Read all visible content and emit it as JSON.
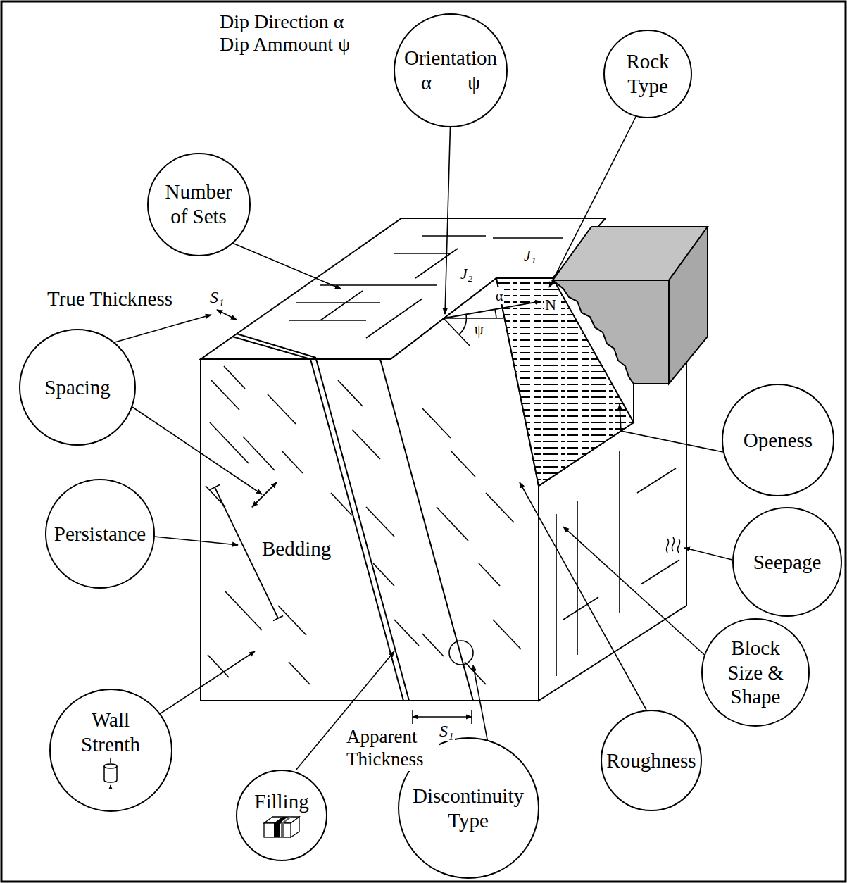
{
  "diagram": {
    "nodes": [
      {
        "text": [
          "Orientation",
          "α ψ"
        ]
      },
      {
        "text": [
          "Rock Type"
        ]
      },
      {
        "text": [
          "Number of Sets"
        ]
      },
      {
        "text": [
          "Spacing"
        ]
      },
      {
        "text": [
          "Openess"
        ]
      },
      {
        "text": [
          "Persistance"
        ]
      },
      {
        "text": [
          "Seepage"
        ]
      },
      {
        "text": [
          "Block Size & Shape"
        ]
      },
      {
        "text": [
          "Wall Strenth"
        ]
      },
      {
        "text": [
          "Roughness"
        ]
      },
      {
        "text": [
          "Filling"
        ]
      },
      {
        "text": [
          "Discontinuity Type"
        ]
      }
    ],
    "labels": [
      "Dip Direction α",
      "Dip Ammount ψ",
      "True Thickness",
      "S₁",
      "J₁",
      "J₂",
      "N",
      "α",
      "ψ",
      "Bedding",
      "Apparent Thickness",
      "S₁"
    ]
  }
}
